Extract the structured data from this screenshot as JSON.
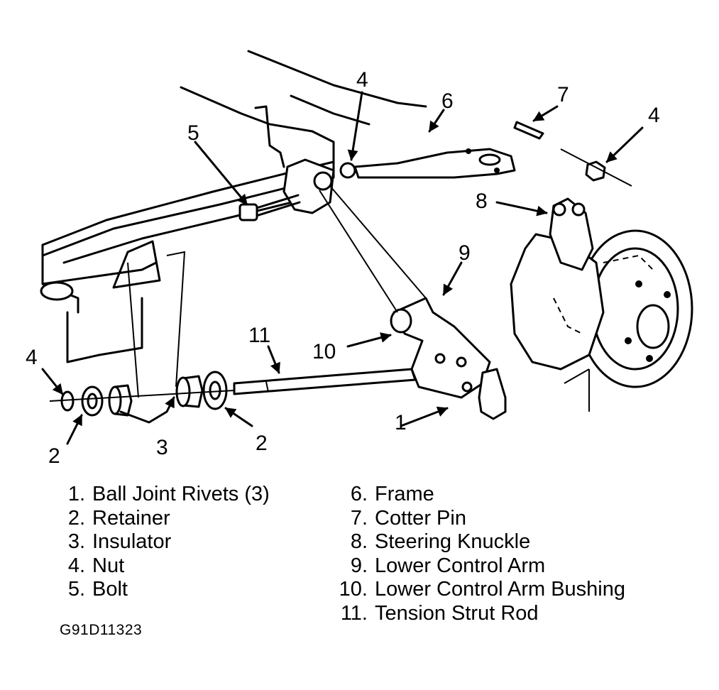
{
  "callouts": {
    "c1": "1",
    "c2a": "2",
    "c2b": "2",
    "c3": "3",
    "c4a": "4",
    "c4b": "4",
    "c4c": "4",
    "c5": "5",
    "c6": "6",
    "c7": "7",
    "c8": "8",
    "c9": "9",
    "c10": "10",
    "c11": "11"
  },
  "legend": [
    {
      "num": "1.",
      "label": "Ball Joint Rivets (3)"
    },
    {
      "num": "2.",
      "label": "Retainer"
    },
    {
      "num": "3.",
      "label": "Insulator"
    },
    {
      "num": "4.",
      "label": "Nut"
    },
    {
      "num": "5.",
      "label": "Bolt"
    },
    {
      "num": "6.",
      "label": "Frame"
    },
    {
      "num": "7.",
      "label": "Cotter Pin"
    },
    {
      "num": "8.",
      "label": "Steering Knuckle"
    },
    {
      "num": "9.",
      "label": "Lower Control Arm"
    },
    {
      "num": "10.",
      "label": "Lower Control Arm Bushing"
    },
    {
      "num": "11.",
      "label": "Tension Strut Rod"
    }
  ],
  "figure_code": "G91D11323"
}
